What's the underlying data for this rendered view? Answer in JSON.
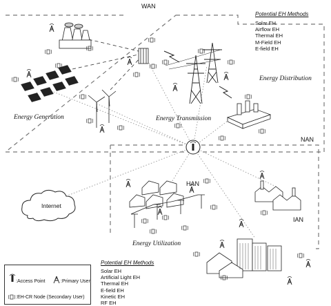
{
  "regions": {
    "wan": "WAN",
    "nan": "NAN",
    "han": "HAN",
    "ian": "IAN"
  },
  "sections": {
    "generation": "Energy Generation",
    "transmission": "Energy Transmission",
    "distribution": "Energy Distribution",
    "utilization": "Energy Utilization"
  },
  "internet": "Internet",
  "eh_methods_top": {
    "title": "Potential EH Methods",
    "items": [
      "Solar EH",
      "Airflow EH",
      "Thermal EH",
      "M-Field EH",
      "E-field EH"
    ]
  },
  "eh_methods_bottom": {
    "title": "Potential EH Methods",
    "items": [
      "Solar EH",
      "Artificial Light EH",
      "Thermal EH",
      "E-field EH",
      "Kinetic EH",
      "RF EH"
    ]
  },
  "legend": {
    "access_point": ":Access Point",
    "primary_user": ":Primary User",
    "eh_cr_node": ":EH-CR Node (Secondary User)"
  }
}
